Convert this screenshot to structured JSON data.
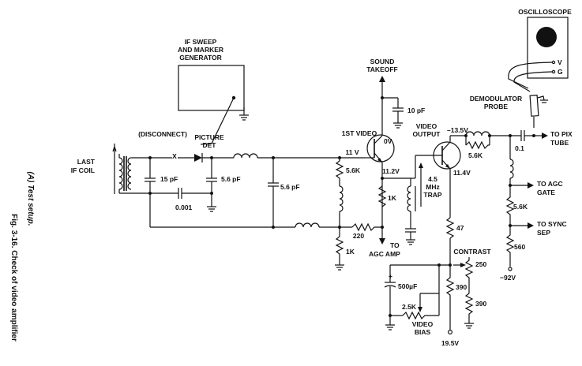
{
  "labels": {
    "generator": [
      "IF SWEEP",
      "AND MARKER",
      "GENERATOR"
    ],
    "oscilloscope": "OSCILLOSCOPE",
    "scope_v": "V",
    "scope_g": "G",
    "demod_probe": [
      "DEMODULATOR",
      "PROBE"
    ],
    "sound_takeoff": [
      "SOUND",
      "TAKEOFF"
    ],
    "last_if_coil": [
      "LAST",
      "IF COIL"
    ],
    "disconnect": "(DISCONNECT)",
    "x_mark": "X",
    "picture_det": [
      "PICTURE",
      "DET"
    ],
    "c_15pf": "15 pF",
    "c_56pf_a": "5.6 pF",
    "c_0001": "0.001",
    "c_56pf_b": "5.6 pF",
    "first_video": "1ST VIDEO",
    "v_11": "11 V",
    "v_0": "0V",
    "c_10pf": "10 pF",
    "r_56k_a": "5.6K",
    "v_112": "11.2V",
    "r_1k_a": "1K",
    "r_220": "220",
    "r_1k_b": "1K",
    "to_agc_amp": [
      "TO",
      "AGC AMP"
    ],
    "trap": [
      "4.5",
      "MHz",
      "TRAP"
    ],
    "video_output": [
      "VIDEO",
      "OUTPUT"
    ],
    "v_135": "–13.5V",
    "r_56k_b": "5.6K",
    "c_01": "0.1",
    "to_pix_tube": [
      "TO PIX",
      "TUBE"
    ],
    "v_114": "11.4V",
    "r_47": "47",
    "to_agc_gate": [
      "TO AGC",
      "GATE"
    ],
    "r_56k_c": "5.6K",
    "to_sync_sep": [
      "TO SYNC",
      "SEP"
    ],
    "r_560": "560",
    "v_neg92": "−92V",
    "contrast": "CONTRAST",
    "r_250": "250",
    "c_500uf": "500µF",
    "r_390_a": "390",
    "r_390_b": "390",
    "r_25k": "2.5K",
    "video_bias": [
      "VIDEO",
      "BIAS"
    ],
    "v_195": "19.5V"
  },
  "caption": {
    "sub": "(A) Test setup.",
    "fig": "Fig. 3-16. Check of video amplifier"
  }
}
